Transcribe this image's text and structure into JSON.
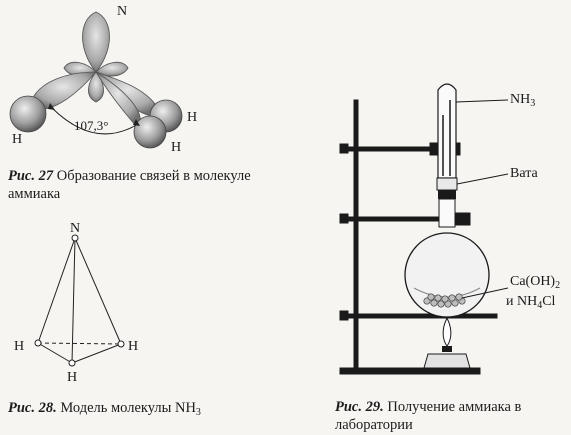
{
  "fig27": {
    "caption_num": "Рис. 27",
    "caption_text": " Образование связей в молекуле аммиака",
    "atom_n": "N",
    "atom_h1": "H",
    "atom_h2": "H",
    "atom_h3": "H",
    "angle": "107,3°"
  },
  "fig28": {
    "caption_num": "Рис. 28.",
    "caption_text": " Модель молекулы NH",
    "caption_sub": "3",
    "atom_n": "N",
    "atom_h_left": "H",
    "atom_h_right": "H",
    "atom_h_bottom": "H"
  },
  "fig29": {
    "caption_num": "Рис. 29.",
    "caption_text": " Получение аммиака в лаборатории",
    "label_gas": "NH",
    "label_gas_sub": "3",
    "label_wool": "Вата",
    "label_reagent1": "Ca(OH)",
    "label_reagent1_sub": "2",
    "label_reagent2_pre": "и NH",
    "label_reagent2_sub": "4",
    "label_reagent2_post": "Cl"
  }
}
